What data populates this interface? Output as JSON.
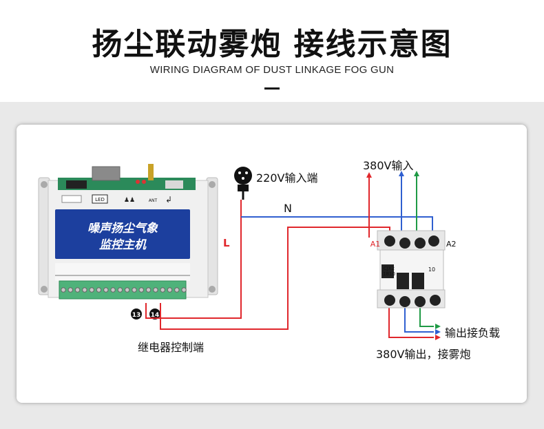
{
  "header": {
    "title": "扬尘联动雾炮 接线示意图",
    "subtitle": "WIRING DIAGRAM OF DUST LINKAGE FOG GUN"
  },
  "controller": {
    "panel_text_line1": "噪声扬尘气象",
    "panel_text_line2": "监控主机",
    "led_label": "LED",
    "ant_label": "ANT",
    "terminal_13": "13",
    "terminal_14": "14"
  },
  "contactor": {
    "model_line1": "CJX2",
    "model_line2": "1810",
    "number": "10",
    "a1": "A1",
    "a2": "A2"
  },
  "labels": {
    "input_220v": "220V输入端",
    "input_380v": "380V输入",
    "n": "N",
    "l": "L",
    "relay_control": "继电器控制端",
    "output_load": "输出接负载",
    "output_380v": "380V输出，接雾炮"
  },
  "colors": {
    "red_wire": "#e0262b",
    "blue_wire": "#2f5fd0",
    "green_wire": "#1f9a45",
    "controller_blue": "#1c3f9e"
  }
}
